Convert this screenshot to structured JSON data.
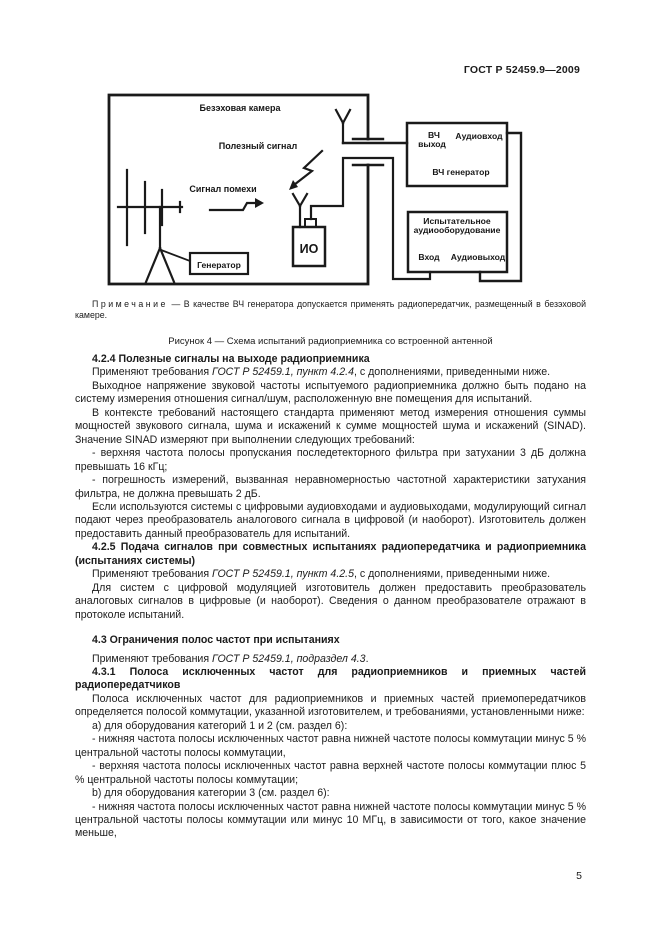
{
  "header": {
    "title": "ГОСТ Р 52459.9—2009"
  },
  "figure": {
    "chamber_label": "Безэховая камера",
    "useful_signal_label": "Полезный сигнал",
    "interference_label": "Сигнал помехи",
    "generator_label": "Генератор",
    "dut_label": "ИО",
    "rf_out_line1": "ВЧ",
    "rf_out_line2": "выход",
    "audio_in_label": "Аудиовход",
    "rf_generator_label": "ВЧ генератор",
    "test_equipment_line1": "Испытательное",
    "test_equipment_line2": "аудиооборудование",
    "input_label": "Вход",
    "audio_out_label": "Аудиовыход"
  },
  "note": {
    "label": "Примечание",
    "body": "— В качестве ВЧ генератора допускается применять радиопередатчик, размещенный в безэховой камере."
  },
  "caption": "Рисунок 4 — Схема испытаний радиоприемника со встроенной антенной",
  "sections": {
    "h424": "4.2.4 Полезные сигналы на выходе радиоприемника",
    "apply424": {
      "pre": "Применяют требования ",
      "ref": "ГОСТ Р 52459.1, пункт 4.2.4",
      "post": ", с дополнениями, приведенными ниже."
    },
    "p1": "Выходное напряжение звуковой частоты испытуемого радиоприемника должно быть подано на систему измерения отношения сигнал/шум, расположенную вне помещения для испытаний.",
    "p2": "В контексте требований настоящего стандарта применяют метод измерения отношения суммы мощностей звукового сигнала, шума и искажений к сумме мощностей шума и искажений (SINAD). Значение SINAD измеряют при выполнении следующих требований:",
    "b1": "- верхняя частота полосы пропускания последетекторного фильтра при затухании 3 дБ должна превышать 16 кГц;",
    "b2": "- погрешность измерений, вызванная неравномерностью частотной характеристики затухания фильтра, не должна превышать 2 дБ.",
    "p3": "Если используются системы с цифровыми аудиовходами и аудиовыходами, модулирующий сигнал подают через преобразователь аналогового сигнала в цифровой (и наоборот). Изготовитель должен предоставить данный преобразователь для испытаний.",
    "h425": "4.2.5 Подача сигналов при совместных испытаниях радиопередатчика и радиоприемника (испытаниях системы)",
    "apply425": {
      "pre": "Применяют требования ",
      "ref": "ГОСТ Р 52459.1, пункт 4.2.5",
      "post": ", с дополнениями, приведенными ниже."
    },
    "p4": "Для систем с цифровой модуляцией изготовитель должен предоставить преобразователь аналоговых сигналов в цифровые (и наоборот). Сведения о данном преобразователе отражают в протоколе испытаний.",
    "h43": "4.3 Ограничения полос частот при испытаниях",
    "apply43": {
      "pre": "Применяют требования ",
      "ref": "ГОСТ Р 52459.1, подраздел 4.3",
      "post": "."
    },
    "h431": "4.3.1 Полоса исключенных частот для радиоприемников и приемных частей радиопередатчиков",
    "p5": "Полоса исключенных частот для радиоприемников и приемных частей приемопередатчиков определяется полосой коммутации, указанной изготовителем, и требованиями, установленными ниже:",
    "la": "a) для оборудования категорий 1 и 2 (см. раздел 6):",
    "b3": "- нижняя частота полосы исключенных частот равна нижней частоте полосы коммутации минус 5 % центральной частоты полосы коммутации,",
    "b4": "- верхняя частота полосы исключенных частот равна верхней частоте полосы коммутации плюс 5 % центральной частоты полосы коммутации;",
    "lb": "b) для оборудования категории 3 (см. раздел 6):",
    "b5": "- нижняя частота полосы исключенных частот равна нижней частоте полосы коммутации минус 5 % центральной частоты полосы коммутации или минус 10 МГц, в зависимости от того, какое значение меньше,"
  },
  "page_number": "5"
}
